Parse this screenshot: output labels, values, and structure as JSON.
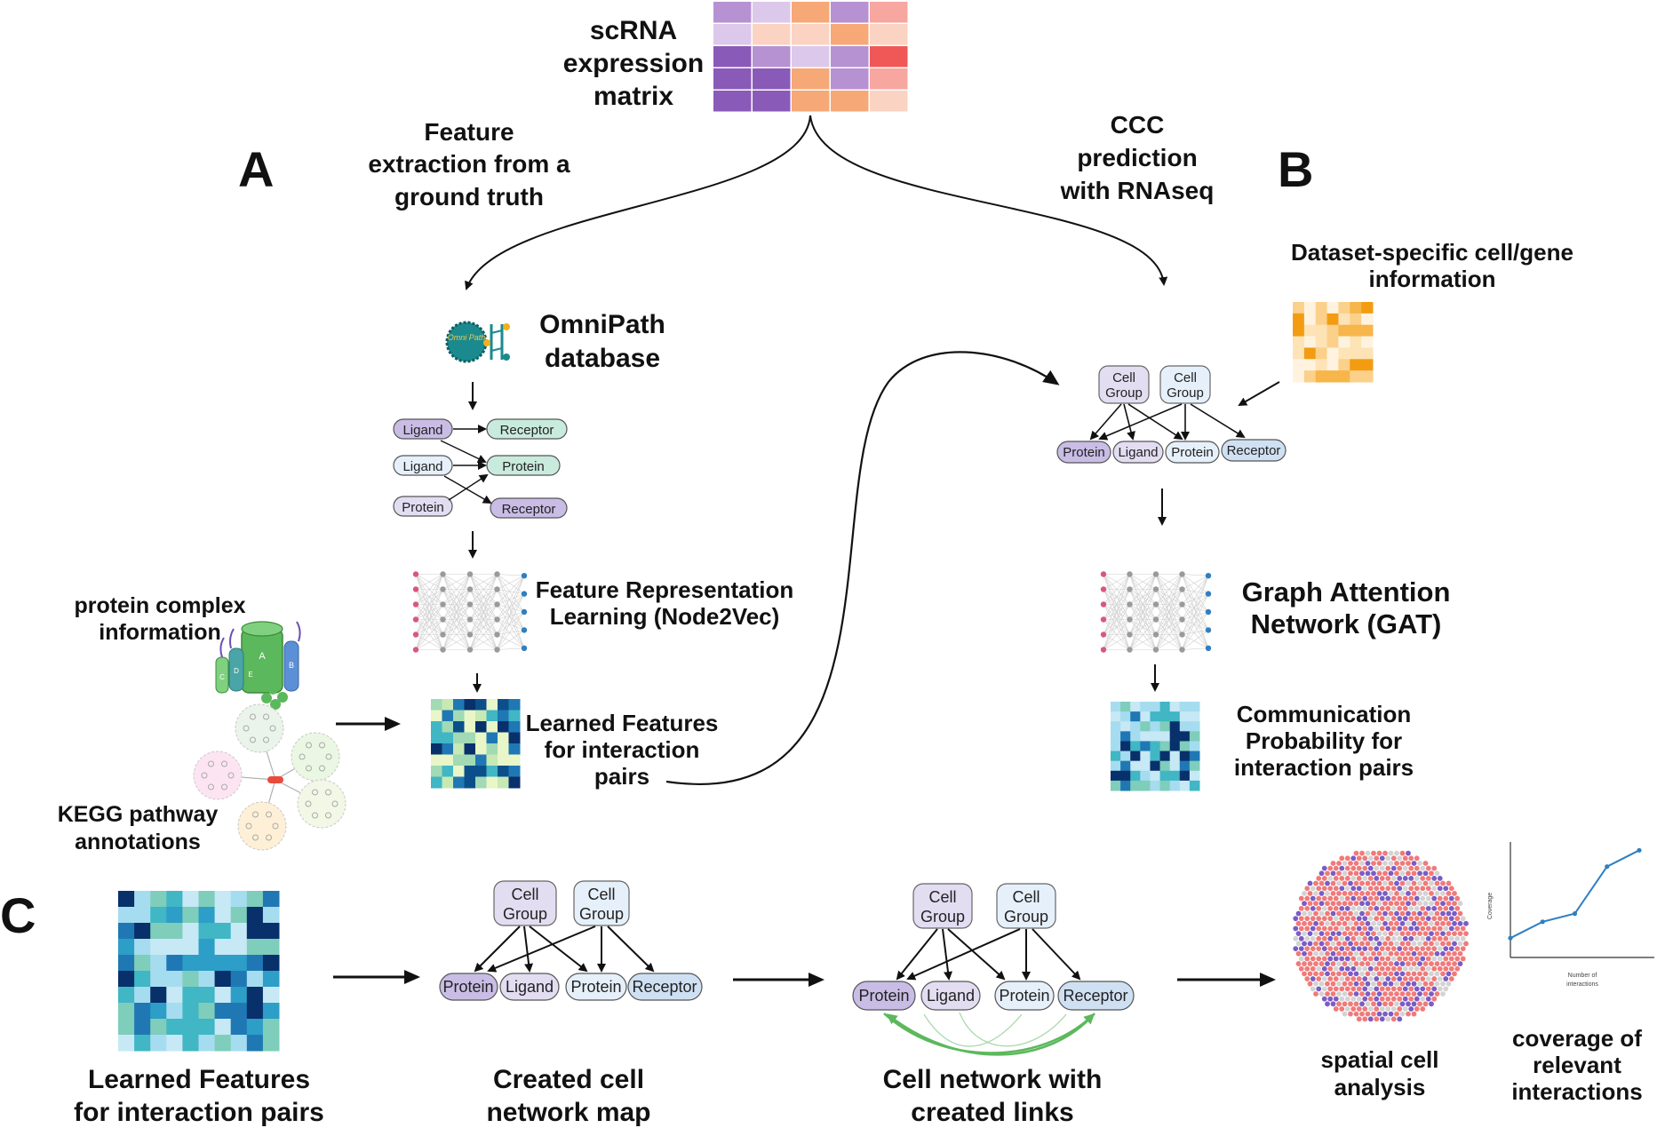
{
  "panels": {
    "a": "A",
    "b": "B",
    "c": "C"
  },
  "top": {
    "matrix_title": [
      "scRNA",
      "expression",
      "matrix"
    ],
    "matrix_colors": [
      [
        "#b792d2",
        "#dcc8ea",
        "#f7a877",
        "#b792d2",
        "#f7a6a0"
      ],
      [
        "#dcc8ea",
        "#fbd3c3",
        "#fbd3c3",
        "#f7a877",
        "#fbd3c3"
      ],
      [
        "#8a5ab8",
        "#b792d2",
        "#dcc8ea",
        "#b792d2",
        "#f05757"
      ],
      [
        "#8a5ab8",
        "#8a5ab8",
        "#f7a877",
        "#b792d2",
        "#f7a6a0"
      ],
      [
        "#8a5ab8",
        "#8a5ab8",
        "#f7a877",
        "#f7a877",
        "#fbd3c3"
      ]
    ],
    "left_branch": [
      "Feature",
      "extraction from a",
      "ground truth"
    ],
    "right_branch": [
      "CCC",
      "prediction",
      "with RNAseq"
    ]
  },
  "panel_a": {
    "omnipath_logo": "Omni Path",
    "omnipath": [
      "OmniPath",
      "database"
    ],
    "pairs": {
      "row1": [
        "Ligand",
        "Receptor"
      ],
      "row2": [
        "Ligand",
        "Protein"
      ],
      "row3": [
        "Protein",
        "Receptor"
      ]
    },
    "frl": [
      "Feature Representation",
      "Learning (Node2Vec)"
    ],
    "learned": [
      "Learned Features",
      "for interaction",
      "pairs"
    ],
    "protein_complex": [
      "protein complex",
      "information"
    ],
    "complex_subunits": [
      "A",
      "B",
      "C",
      "D",
      "E"
    ],
    "kegg": [
      "KEGG pathway",
      "annotations"
    ]
  },
  "panel_b": {
    "dataset_info": [
      "Dataset-specific cell/gene",
      "information"
    ],
    "cell_group": [
      "Cell",
      "Group"
    ],
    "nodes": [
      "Protein",
      "Ligand",
      "Protein",
      "Receptor"
    ],
    "gat": [
      "Graph Attention",
      "Network (GAT)"
    ],
    "comm_prob": [
      "Communication",
      "Probability for",
      "interaction pairs"
    ]
  },
  "panel_c": {
    "learned": [
      "Learned Features",
      "for interaction pairs"
    ],
    "created_map": [
      "Created cell",
      "network map"
    ],
    "network_links": [
      "Cell network with",
      "created links"
    ],
    "spatial": [
      "spatial cell",
      "analysis"
    ],
    "coverage": [
      "coverage of",
      "relevant",
      "interactions"
    ],
    "chart_ylabel": "Coverage",
    "chart_xlabel": [
      "Number of",
      "interactions"
    ]
  },
  "chart_data": {
    "type": "line",
    "title": "",
    "xlabel": "Number of interactions",
    "ylabel": "Coverage",
    "x": [
      1,
      2,
      3,
      4,
      5
    ],
    "y": [
      0.12,
      0.28,
      0.36,
      0.82,
      0.98
    ],
    "ylim": [
      0,
      1
    ],
    "grid": false
  },
  "colors": {
    "protein_dark": "#c9bde6",
    "ligand": "#e3ddf2",
    "protein_light": "#e6f0fa",
    "receptor_dark": "#cfe0f3",
    "receptor_green": "#c9ebde",
    "teal_dark": "#08306b",
    "link_green": "#5cb85c"
  }
}
